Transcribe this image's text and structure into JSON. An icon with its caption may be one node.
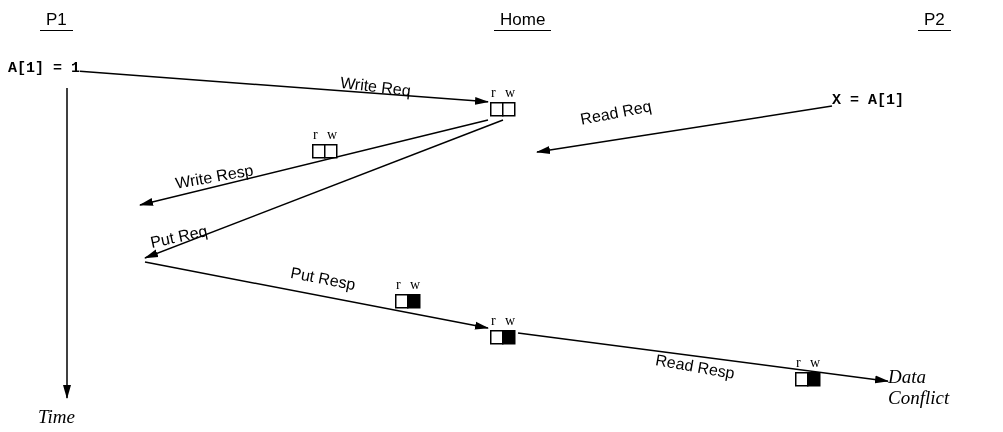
{
  "diagram": {
    "nodes": [
      {
        "text": [
          "A[1] = 1"
        ]
      },
      {
        "text": [
          "r",
          "w"
        ]
      },
      {
        "text": [
          "X = A[1]"
        ]
      },
      {
        "text": [
          "r",
          "w"
        ]
      },
      {
        "text": [
          "r",
          "w"
        ]
      },
      {
        "text": [
          "r",
          "w"
        ]
      },
      {
        "text": [
          "r",
          "w"
        ]
      },
      {
        "text": [
          "Data Conflict"
        ]
      }
    ],
    "edges": [
      {
        "from": 0,
        "to": 1,
        "arrow": "to",
        "label": "Write Req"
      },
      {
        "from": 2,
        "to": null,
        "arrow": "to",
        "label": "Read Req"
      },
      {
        "from": 1,
        "to": null,
        "arrow": "to",
        "label": "Write Resp"
      },
      {
        "from": 1,
        "to": null,
        "arrow": "to",
        "label": "Put Req"
      },
      {
        "from": null,
        "to": 5,
        "arrow": "to",
        "label": "Put Resp"
      },
      {
        "from": 5,
        "to": 7,
        "arrow": "to",
        "label": "Read Resp"
      }
    ],
    "labels": [
      "P1",
      "Home",
      "P2",
      "Time"
    ]
  }
}
